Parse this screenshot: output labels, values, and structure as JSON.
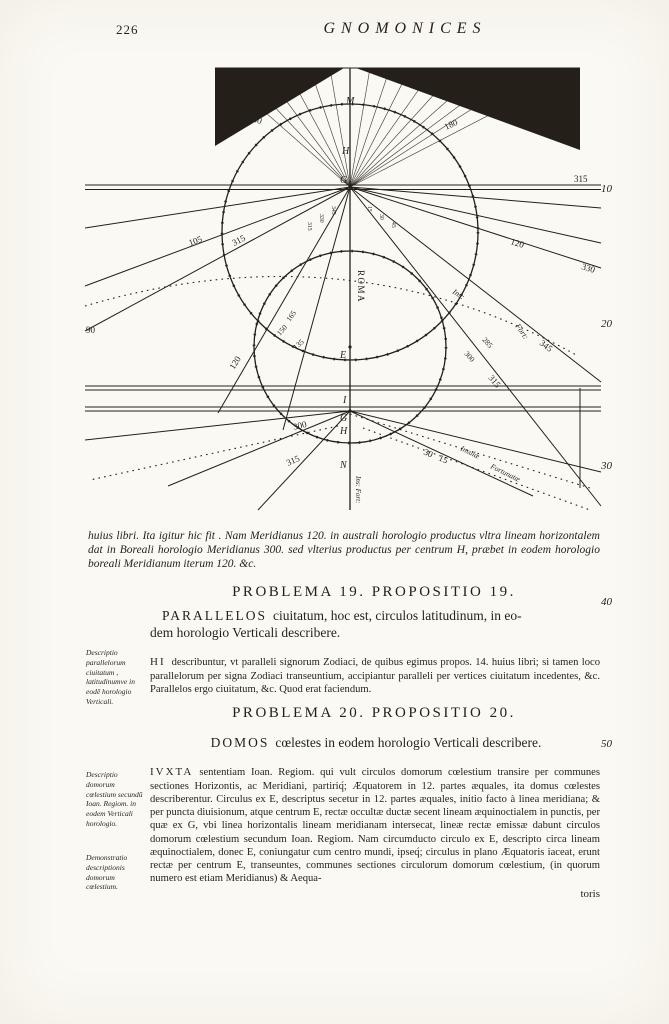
{
  "colors": {
    "paper": "#fbf9f3",
    "ink": "#241f19"
  },
  "page": {
    "number": "226",
    "running_title": "GNOMONICES",
    "catchword": "toris"
  },
  "margin_right": {
    "n10": "10",
    "n20": "20",
    "n30": "30",
    "n40": "40",
    "n50": "50"
  },
  "caption": {
    "text": "huius libri. Ita igitur hic fit . Nam Meridianus 120. in australi horologio productus vltra lineam horizontalem dat in Boreali horologio Meridianus 300. sed vlterius productus per centrum H, præbet in eodem horologio boreali Meridianum iterum 120. &c."
  },
  "sections": {
    "p19": {
      "heading": "PROBLEMA 19. PROPOSITIO 19.",
      "sub_lead": "PARALLELOS",
      "sub_rest_line1": "ciuitatum, hoc est, circulos latitudinum, in eo-",
      "sub_line2": "dem horologio Verticali describere.",
      "body_lead": "HI",
      "body_rest": "describuntur, vt paralleli signorum Zodiaci, de quibus egimus propos. 14. huius libri; si tamen loco parallelorum per signa Zodiaci transeuntium, accipiantur paralleli per vertices ciuitatum incedentes, &c. Parallelos ergo ciuitatum, &c. Quod erat faciendum.",
      "margin_note": "Descriptio parallelorum ciuitatum , latitudinumve in eodē horologio Verticali."
    },
    "p20": {
      "heading": "PROBLEMA 20. PROPOSITIO 20.",
      "sub_lead": "DOMOS",
      "sub_rest": "cœlestes in eodem horologio Verticali describere.",
      "body_lead": "IVXTA",
      "body_rest": "sententiam Ioan. Regiom. qui vult circulos domorum cœlestium transire per communes sectiones Horizontis, ac Meridiani, partiriq́; Æquatorem in 12. partes æquales, ita domus cœlestes describerentur. Circulus ex E, descriptus secetur in 12. partes æquales, initio facto à linea meridiana; & per puncta diuisionum, atque centrum E, rectæ occultæ ductæ secent lineam æquinoctialem in punctis, per quæ ex G, vbi linea horizontalis lineam meridianam intersecat, lineæ rectæ emissæ dabunt circulos domorum cœlestium secundum Ioan. Regiom. Nam circumducto circulo ex E, descripto circa lineam æquinoctialem, donec E, coniungatur cum centro mundi, ipseq́; circulus in plano Æquatoris iaceat, erunt rectæ per centrum E, transeuntes, communes sectiones circulorum domorum cœlestium, (in quorum numero est etiam Meridianus) & Aequa-",
      "margin_note1": "Descriptio domorum cœlestium secundū Ioan. Regiom. in eodem Verticali horologio.",
      "margin_note2": "Demonstratio descriptionis domorum cœlestium."
    }
  },
  "figure": {
    "labels": {
      "m": "M",
      "n240": "240",
      "n180": "180",
      "h1": "H",
      "g1": "G",
      "n315_horizon": "315",
      "n105": "105",
      "n315_l": "315",
      "n120_r": "120",
      "n330": "330",
      "n90": "90",
      "n345_r": "345",
      "n120_l": "120",
      "n315_r2": "315",
      "roma": "ROMA",
      "ins": "Ins:",
      "fort": "Fort:",
      "r345": "345",
      "r330": "330",
      "r315": "315",
      "r15": "15",
      "r30": "30",
      "r45": "45",
      "c165": "165",
      "c150": "150",
      "c135": "135",
      "c285": "285",
      "c300": "300",
      "e": "E",
      "i": "I",
      "g2": "G",
      "h2": "H",
      "n": "N",
      "n300_b": "300",
      "n315_b": "315",
      "n30_b": "30",
      "n15_b": "15",
      "insulae": "Insulæ",
      "fortunatae": "Fortunatæ",
      "ins_fort_vert": "Ins: Fort:"
    }
  }
}
